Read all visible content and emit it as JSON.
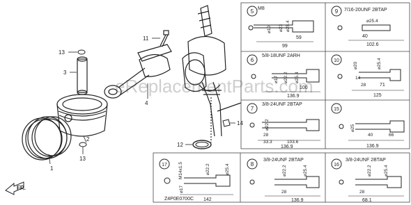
{
  "parts": {
    "p1": "1",
    "p2": "2",
    "p3": "3",
    "p4": "4",
    "p11": "11",
    "p12": "12",
    "p13a": "13",
    "p13b": "13",
    "p14": "14"
  },
  "direction_label": "FR.",
  "diagram_code": "Z4P0E0700C",
  "watermark": "eReplacementParts.com",
  "details": {
    "d5": {
      "num": "5",
      "thread": "M8",
      "dims": [
        "⌀10",
        "⌀23",
        "⌀25.4",
        "59",
        "99"
      ]
    },
    "d6": {
      "num": "6",
      "thread": "5/8-18UNF 2ARH",
      "dims": [
        "⌀17",
        "⌀22.2",
        "⌀25.4",
        "100",
        "136.9"
      ]
    },
    "d7": {
      "num": "7",
      "thread": "3/8-24UNF 2BTAP",
      "dims": [
        "⌀22.2",
        "28",
        "33.3",
        "103.6",
        "136.9"
      ]
    },
    "d8": {
      "num": "8",
      "thread": "3/8-24UNF 2BTAP",
      "dims": [
        "⌀22.2",
        "⌀25.4",
        "28",
        "136.9"
      ]
    },
    "d9": {
      "num": "9",
      "thread": "7/16-20UNF 2BTAP",
      "dims": [
        "⌀25.4",
        "40",
        "102.6"
      ]
    },
    "d10": {
      "num": "10",
      "dims": [
        "⌀20",
        "⌀25.4",
        "14",
        "28",
        "71",
        "125"
      ]
    },
    "d15": {
      "num": "15",
      "dims": [
        "⌀25",
        "40",
        "66",
        "136.9"
      ]
    },
    "d16": {
      "num": "16",
      "thread": "3/8-24UNF 2BTAP",
      "dims": [
        "⌀22.2",
        "⌀25.4",
        "28",
        "68.1"
      ]
    },
    "d17": {
      "num": "17",
      "thread": "M14x1.5",
      "dims": [
        "⌀17",
        "⌀22.2",
        "⌀25.4",
        "142"
      ]
    }
  }
}
